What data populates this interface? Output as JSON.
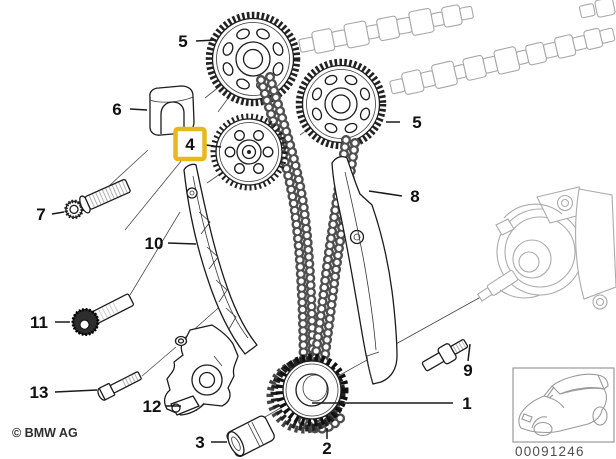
{
  "diagram": {
    "copyright": "© BMW AG",
    "image_code": "00091246",
    "highlight_color": "#E5B91A",
    "labels": [
      {
        "text": "5"
      },
      {
        "text": "6"
      },
      {
        "text": "4",
        "highlighted": true
      },
      {
        "text": "7"
      },
      {
        "text": "5"
      },
      {
        "text": "8"
      },
      {
        "text": "10"
      },
      {
        "text": "11"
      },
      {
        "text": "13"
      },
      {
        "text": "12"
      },
      {
        "text": "3"
      },
      {
        "text": "2"
      },
      {
        "text": "1"
      },
      {
        "text": "9"
      }
    ]
  }
}
